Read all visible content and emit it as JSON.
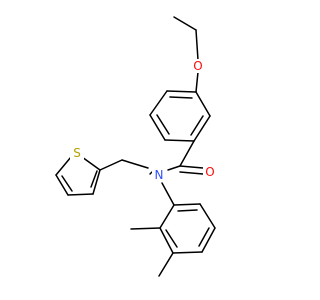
{
  "atoms": {
    "ether_oxygen": {
      "label": "O",
      "color": "#ff0d0d"
    },
    "carbonyl_oxygen": {
      "label": "O",
      "color": "#ff0d0d"
    },
    "amide_nitrogen": {
      "label": "N",
      "color": "#3050f8"
    },
    "thiophene_sulfur": {
      "label": "S",
      "color": "#b5a000"
    }
  },
  "bond_color": "#000000",
  "background": "#ffffff"
}
